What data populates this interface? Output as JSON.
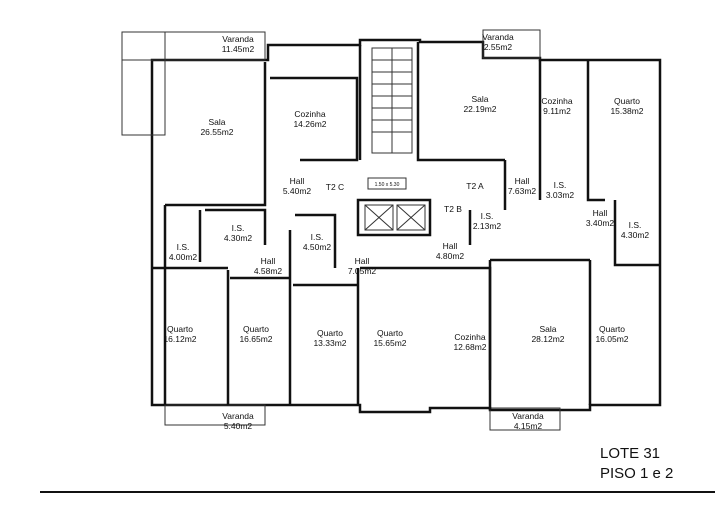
{
  "plan": {
    "stair_dimension": "1.50 x 5.30",
    "rooms": [
      {
        "name": "Varanda",
        "area": "11.45m2"
      },
      {
        "name": "Sala",
        "area": "26.55m2"
      },
      {
        "name": "Cozinha",
        "area": "14.26m2"
      },
      {
        "name": "Hall",
        "area": "5.40m2"
      },
      {
        "name": "T2 C",
        "area": ""
      },
      {
        "name": "I.S.",
        "area": "4.30m2"
      },
      {
        "name": "I.S.",
        "area": "4.00m2"
      },
      {
        "name": "Hall",
        "area": "4.58m2"
      },
      {
        "name": "I.S.",
        "area": "4.50m2"
      },
      {
        "name": "Hall",
        "area": "7.05m2"
      },
      {
        "name": "Varanda",
        "area": "2.55m2"
      },
      {
        "name": "Sala",
        "area": "22.19m2"
      },
      {
        "name": "Cozinha",
        "area": "9.11m2"
      },
      {
        "name": "Quarto",
        "area": "15.38m2"
      },
      {
        "name": "T2 A",
        "area": ""
      },
      {
        "name": "Hall",
        "area": "7.63m2"
      },
      {
        "name": "I.S.",
        "area": "3.03m2"
      },
      {
        "name": "T2 B",
        "area": ""
      },
      {
        "name": "I.S.",
        "area": "2.13m2"
      },
      {
        "name": "Hall",
        "area": "3.40m2"
      },
      {
        "name": "I.S.",
        "area": "4.30m2"
      },
      {
        "name": "Hall",
        "area": "4.80m2"
      },
      {
        "name": "Quarto",
        "area": "16.12m2"
      },
      {
        "name": "Quarto",
        "area": "16.65m2"
      },
      {
        "name": "Quarto",
        "area": "13.33m2"
      },
      {
        "name": "Quarto",
        "area": "15.65m2"
      },
      {
        "name": "Cozinha",
        "area": "12.68m2"
      },
      {
        "name": "Sala",
        "area": "28.12m2"
      },
      {
        "name": "Quarto",
        "area": "16.05m2"
      },
      {
        "name": "Varanda",
        "area": "5.40m2"
      },
      {
        "name": "Varanda",
        "area": "4.15m2"
      }
    ]
  },
  "caption": {
    "lot": "LOTE 31",
    "floor": "PISO 1 e 2"
  }
}
